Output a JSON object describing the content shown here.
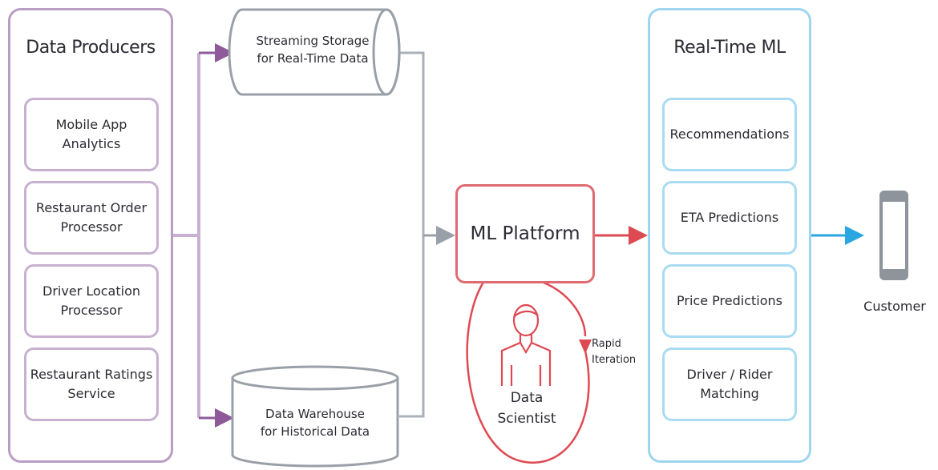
{
  "producers": {
    "title": "Data Producers",
    "items": [
      "Mobile App\nAnalytics",
      "Restaurant Order\nProcessor",
      "Driver Location\nProcessor",
      "Restaurant Ratings\nService"
    ]
  },
  "storage": {
    "streaming": "Streaming Storage\nfor Real-Time Data",
    "warehouse": "Data Warehouse\nfor Historical Data"
  },
  "platform": {
    "label": "ML Platform"
  },
  "scientist": {
    "label": "Data\nScientist",
    "loop_label": "Rapid\nIteration"
  },
  "realtime": {
    "title": "Real-Time ML",
    "items": [
      "Recommendations",
      "ETA Predictions",
      "Price Predictions",
      "Driver / Rider\nMatching"
    ]
  },
  "customer": {
    "label": "Customer"
  },
  "colors": {
    "purple": "#b99ec3",
    "purple_arrow": "#8e5a9a",
    "gray": "#9aa0a8",
    "red": "#de4a52",
    "blue": "#9fd6ef",
    "blue_arrow": "#2aa6e0"
  }
}
